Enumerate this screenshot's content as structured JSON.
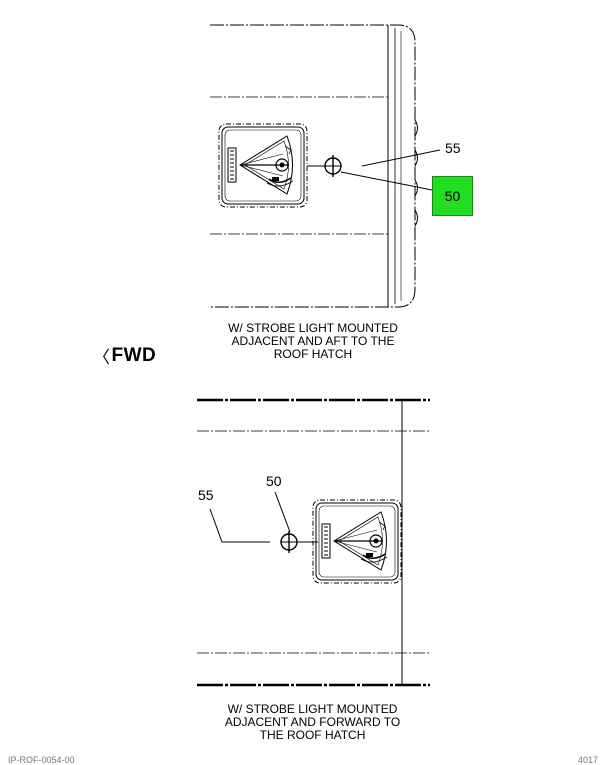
{
  "views": {
    "top": {
      "caption_lines": [
        "W/ STROBE LIGHT MOUNTED",
        "ADJACENT AND AFT TO THE",
        "ROOF HATCH"
      ],
      "callouts": {
        "line_item": "55",
        "highlighted_item": "50"
      },
      "highlight_color": "#22dd22"
    },
    "bottom": {
      "caption_lines": [
        "W/ STROBE LIGHT MOUNTED",
        "ADJACENT AND FORWARD TO",
        "THE ROOF HATCH"
      ],
      "callouts": {
        "line_item": "55",
        "strobe_item": "50"
      }
    }
  },
  "direction": {
    "label": "FWD",
    "arrow_glyph": "〈"
  },
  "footer": {
    "left": "IP-ROF-0054-00",
    "right": "4017"
  }
}
